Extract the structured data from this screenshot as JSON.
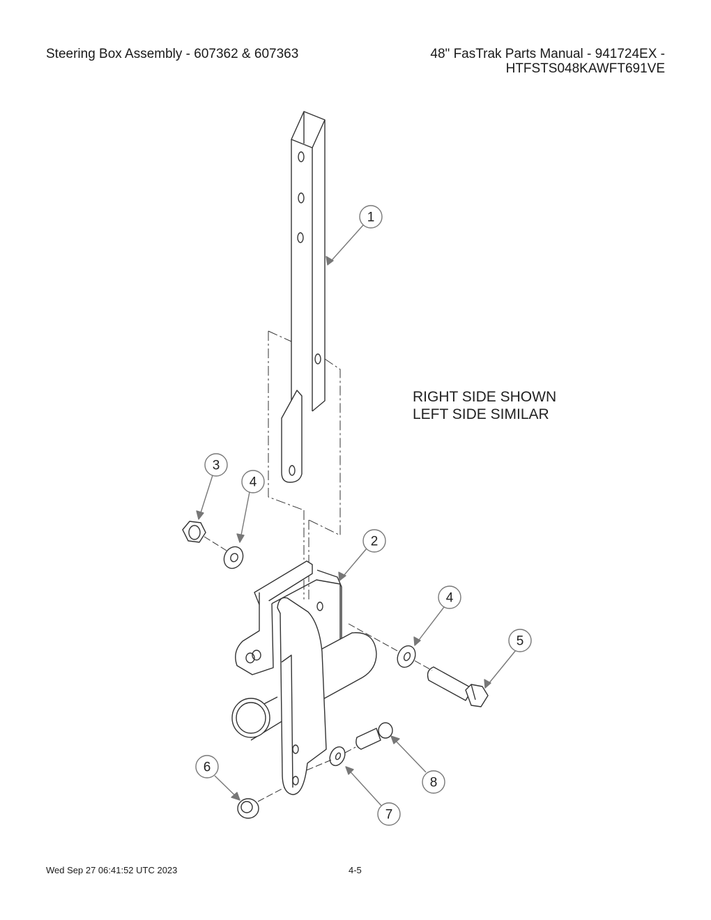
{
  "header": {
    "title": "Steering Box Assembly - 607362 & 607363",
    "manual_line1": "48\" FasTrak Parts Manual - 941724EX -",
    "manual_line2": "HTFSTS048KAWFT691VE"
  },
  "note": {
    "line1": "RIGHT SIDE SHOWN",
    "line2": "LEFT SIDE SIMILAR"
  },
  "callouts": {
    "c1": "1",
    "c2": "2",
    "c3": "3",
    "c4a": "4",
    "c4b": "4",
    "c5": "5",
    "c6": "6",
    "c7": "7",
    "c8": "8"
  },
  "footer": {
    "timestamp": "Wed Sep 27 06:41:52 UTC 2023",
    "page": "4-5"
  }
}
